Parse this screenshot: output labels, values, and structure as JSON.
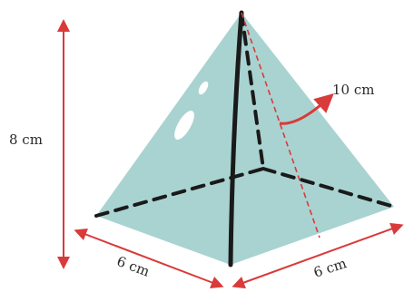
{
  "labels": {
    "height": "8 cm",
    "slant_height": "10 cm",
    "base_left": "6 cm",
    "base_right": "6 cm"
  },
  "colors": {
    "face": "#a9d3d1",
    "edge": "#1a1a1a",
    "measure": "#d93a3a",
    "highlight": "#ffffff"
  },
  "icons": {
    "callout": "curved-arrow-icon"
  }
}
